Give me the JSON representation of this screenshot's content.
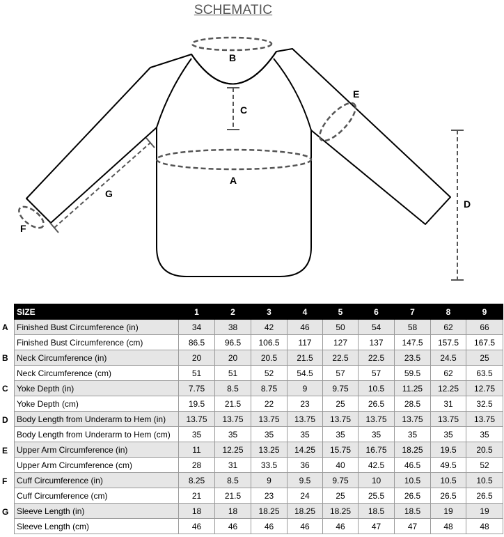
{
  "title": "SCHEMATIC",
  "labels": {
    "A": "A",
    "B": "B",
    "C": "C",
    "D": "D",
    "E": "E",
    "F": "F",
    "G": "G"
  },
  "table": {
    "header": [
      "SIZE",
      "1",
      "2",
      "3",
      "4",
      "5",
      "6",
      "7",
      "8",
      "9"
    ],
    "rows": [
      {
        "letter": "A",
        "label": "Finished Bust Circumference (in)",
        "values": [
          "34",
          "38",
          "42",
          "46",
          "50",
          "54",
          "58",
          "62",
          "66"
        ]
      },
      {
        "letter": "",
        "label": "Finished Bust Circumference (cm)",
        "values": [
          "86.5",
          "96.5",
          "106.5",
          "117",
          "127",
          "137",
          "147.5",
          "157.5",
          "167.5"
        ]
      },
      {
        "letter": "B",
        "label": "Neck Circumference (in)",
        "values": [
          "20",
          "20",
          "20.5",
          "21.5",
          "22.5",
          "22.5",
          "23.5",
          "24.5",
          "25"
        ]
      },
      {
        "letter": "",
        "label": "Neck Circumference (cm)",
        "values": [
          "51",
          "51",
          "52",
          "54.5",
          "57",
          "57",
          "59.5",
          "62",
          "63.5"
        ]
      },
      {
        "letter": "C",
        "label": "Yoke Depth (in)",
        "values": [
          "7.75",
          "8.5",
          "8.75",
          "9",
          "9.75",
          "10.5",
          "11.25",
          "12.25",
          "12.75"
        ]
      },
      {
        "letter": "",
        "label": "Yoke Depth (cm)",
        "values": [
          "19.5",
          "21.5",
          "22",
          "23",
          "25",
          "26.5",
          "28.5",
          "31",
          "32.5"
        ]
      },
      {
        "letter": "D",
        "label": "Body Length from Underarm to Hem (in)",
        "values": [
          "13.75",
          "13.75",
          "13.75",
          "13.75",
          "13.75",
          "13.75",
          "13.75",
          "13.75",
          "13.75"
        ]
      },
      {
        "letter": "",
        "label": "Body Length from Underarm to Hem (cm)",
        "values": [
          "35",
          "35",
          "35",
          "35",
          "35",
          "35",
          "35",
          "35",
          "35"
        ]
      },
      {
        "letter": "E",
        "label": "Upper Arm Circumference (in)",
        "values": [
          "11",
          "12.25",
          "13.25",
          "14.25",
          "15.75",
          "16.75",
          "18.25",
          "19.5",
          "20.5"
        ]
      },
      {
        "letter": "",
        "label": "Upper Arm Circumference (cm)",
        "values": [
          "28",
          "31",
          "33.5",
          "36",
          "40",
          "42.5",
          "46.5",
          "49.5",
          "52"
        ]
      },
      {
        "letter": "F",
        "label": "Cuff Circumference (in)",
        "values": [
          "8.25",
          "8.5",
          "9",
          "9.5",
          "9.75",
          "10",
          "10.5",
          "10.5",
          "10.5"
        ]
      },
      {
        "letter": "",
        "label": "Cuff Circumference (cm)",
        "values": [
          "21",
          "21.5",
          "23",
          "24",
          "25",
          "25.5",
          "26.5",
          "26.5",
          "26.5"
        ]
      },
      {
        "letter": "G",
        "label": "Sleeve Length (in)",
        "values": [
          "18",
          "18",
          "18.25",
          "18.25",
          "18.25",
          "18.5",
          "18.5",
          "19",
          "19"
        ]
      },
      {
        "letter": "",
        "label": "Sleeve Length (cm)",
        "values": [
          "46",
          "46",
          "46",
          "46",
          "46",
          "47",
          "47",
          "48",
          "48"
        ]
      }
    ]
  }
}
